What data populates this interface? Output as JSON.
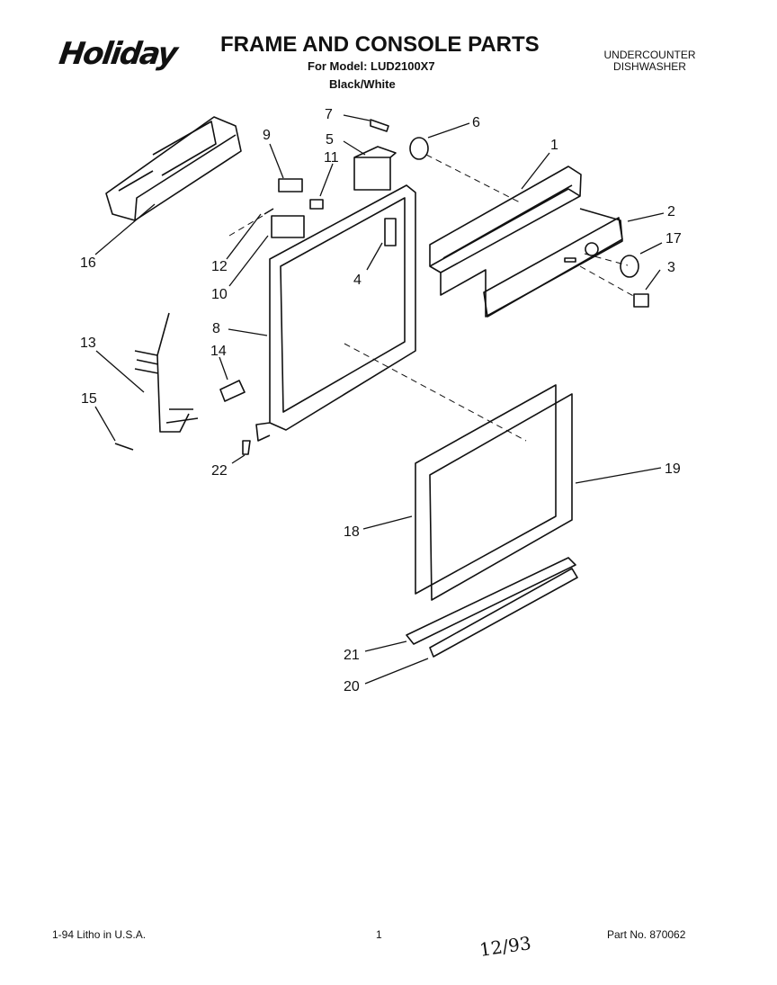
{
  "header": {
    "brand": "Holiday",
    "title": "FRAME AND CONSOLE PARTS",
    "model_line": "For Model: LUD2100X7",
    "color_line": "Black/White",
    "product_line1": "UNDERCOUNTER",
    "product_line2": "DISHWASHER"
  },
  "callouts": [
    "1",
    "2",
    "3",
    "4",
    "5",
    "6",
    "7",
    "8",
    "9",
    "10",
    "11",
    "12",
    "13",
    "14",
    "15",
    "16",
    "17",
    "18",
    "19",
    "20",
    "21",
    "22"
  ],
  "footer": {
    "litho": "1-94 Litho in U.S.A.",
    "page": "1",
    "date": "12/93",
    "part_no": "Part No. 870062"
  }
}
